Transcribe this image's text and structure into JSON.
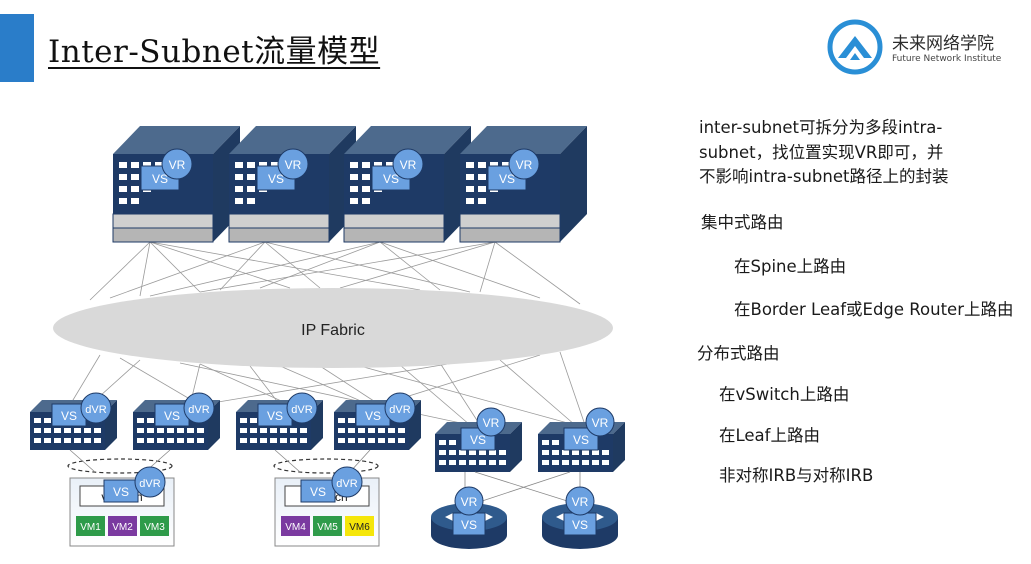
{
  "slide": {
    "title": "Inter-Subnet流量模型"
  },
  "logo": {
    "name_cn": "未来网络学院",
    "name_en": "Future Network Institute",
    "brand_color": "#2a8fd6"
  },
  "diagram": {
    "fabric_label": "IP Fabric",
    "spine_vs": "VS",
    "spine_vr": "VR",
    "leaf_vs": "VS",
    "leaf_dvr": "dVR",
    "leaf_vr": "VR",
    "host_vswitch": "vSwitch",
    "host1_vms": [
      "VM1",
      "VM2",
      "VM3"
    ],
    "host2_vms": [
      "VM4",
      "VM5",
      "VM6"
    ],
    "vm_colors": [
      "#2e9b4a",
      "#7a3aa0",
      "#2e9b4a",
      "#7a3aa0",
      "#2e9b4a",
      "#f5e60a"
    ],
    "router_vr": "VR",
    "router_vs": "VS"
  },
  "notes": {
    "line1": "inter-subnet可拆分为多段intra-",
    "line2": "subnet，找位置实现VR即可，并",
    "line3": "不影响intra-subnet路径上的封装",
    "centralized": "集中式路由",
    "on_spine": "在Spine上路由",
    "on_border": "在Border Leaf或Edge Router上路由",
    "distributed": "分布式路由",
    "on_vswitch": "在vSwitch上路由",
    "on_leaf": "在Leaf上路由",
    "irb": "非对称IRB与对称IRB"
  }
}
